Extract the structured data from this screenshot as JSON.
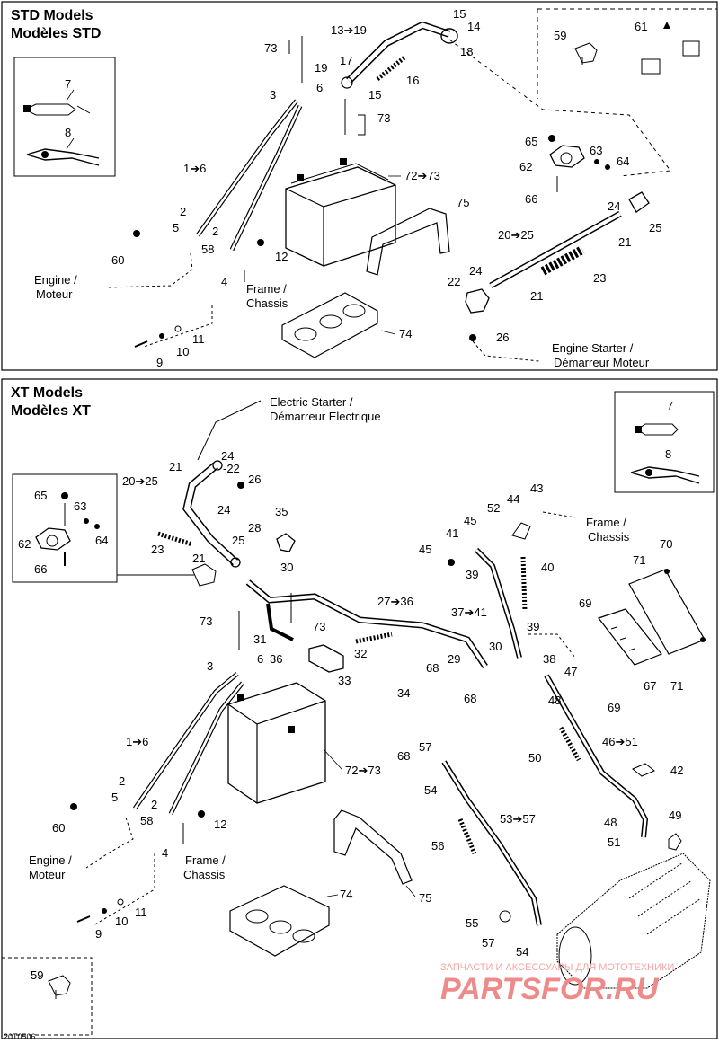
{
  "std": {
    "title_en": "STD Models",
    "title_fr": "Modèles STD",
    "engine_en": "Engine /",
    "engine_fr": "Moteur",
    "frame_en": "Frame /",
    "frame_fr": "Chassis",
    "starter_en": "Engine Starter /",
    "starter_fr": "Démarreur Moteur",
    "callouts": {
      "c1_6": "1➔6",
      "c2a": "2",
      "c2b": "2",
      "c3": "3",
      "c4": "4",
      "c5": "5",
      "c6": "6",
      "c9": "9",
      "c10": "10",
      "c11": "11",
      "c12": "12",
      "c13_19": "13➔19",
      "c14": "14",
      "c15a": "15",
      "c15b": "15",
      "c16": "16",
      "c17": "17",
      "c18": "18",
      "c19": "19",
      "c20_25": "20➔25",
      "c21a": "21",
      "c21b": "21",
      "c22": "22",
      "c23": "23",
      "c24a": "24",
      "c24b": "24",
      "c25": "25",
      "c26": "26",
      "c58": "58",
      "c59": "59",
      "c60": "60",
      "c61": "61",
      "c62": "62",
      "c63": "63",
      "c64": "64",
      "c65": "65",
      "c66": "66",
      "c72_73": "72➔73",
      "c73a": "73",
      "c73b": "73",
      "c74": "74",
      "c75": "75",
      "c7": "7",
      "c8": "8"
    }
  },
  "xt": {
    "title_en": "XT Models",
    "title_fr": "Modèles XT",
    "estarter_en": "Electric Starter /",
    "estarter_fr": "Démarreur Electrique",
    "engine_en": "Engine /",
    "engine_fr": "Moteur",
    "frame_en": "Frame /",
    "frame_fr": "Chassis",
    "frame2_en": "Frame /",
    "frame2_fr": "Chassis",
    "callouts": {
      "c1_6": "1➔6",
      "c2a": "2",
      "c2b": "2",
      "c3": "3",
      "c4": "4",
      "c5": "5",
      "c6": "6",
      "c7": "7",
      "c8": "8",
      "c9": "9",
      "c10": "10",
      "c11": "11",
      "c12": "12",
      "c20_25": "20➔25",
      "c21a": "21",
      "c21b": "21",
      "c22": "-22",
      "c23": "23",
      "c24a": "24",
      "c24b": "24",
      "c25": "25",
      "c26": "26",
      "c27_36": "27➔36",
      "c28": "28",
      "c29": "29",
      "c30a": "30",
      "c30b": "30",
      "c31": "31",
      "c32": "32",
      "c33": "33",
      "c34": "34",
      "c35": "35",
      "c36": "36",
      "c37_41": "37➔41",
      "c38": "38",
      "c39a": "39",
      "c39b": "39",
      "c40": "40",
      "c41": "41",
      "c42": "42",
      "c43": "43",
      "c44": "44",
      "c45a": "45",
      "c45b": "45",
      "c46_51": "46➔51",
      "c47": "47",
      "c48a": "48",
      "c48b": "48",
      "c49": "49",
      "c50": "50",
      "c51": "51",
      "c52": "52",
      "c53_57": "53➔57",
      "c54a": "54",
      "c54b": "54",
      "c55": "55",
      "c56": "56",
      "c57a": "57",
      "c57b": "57",
      "c58": "58",
      "c59": "59",
      "c60": "60",
      "c62": "62",
      "c63": "63",
      "c64": "64",
      "c65": "65",
      "c66": "66",
      "c67": "67",
      "c68a": "68",
      "c68b": "68",
      "c68c": "68",
      "c69a": "69",
      "c69b": "69",
      "c70": "70",
      "c71a": "71",
      "c71b": "71",
      "c72_73": "72➔73",
      "c73a": "73",
      "c73b": "73",
      "c74": "74",
      "c75": "75"
    }
  },
  "footer": {
    "code": "20T0506",
    "watermark_top": "ЗАПЧАСТИ И АКСЕССУАРЫ ДЛЯ МОТОТЕХНИКИ",
    "watermark_brand": "PARTSFOR.RU"
  },
  "colors": {
    "line": "#000000",
    "watermark_text": "#f4a6a6",
    "watermark_brand": "#ef8a8a"
  }
}
